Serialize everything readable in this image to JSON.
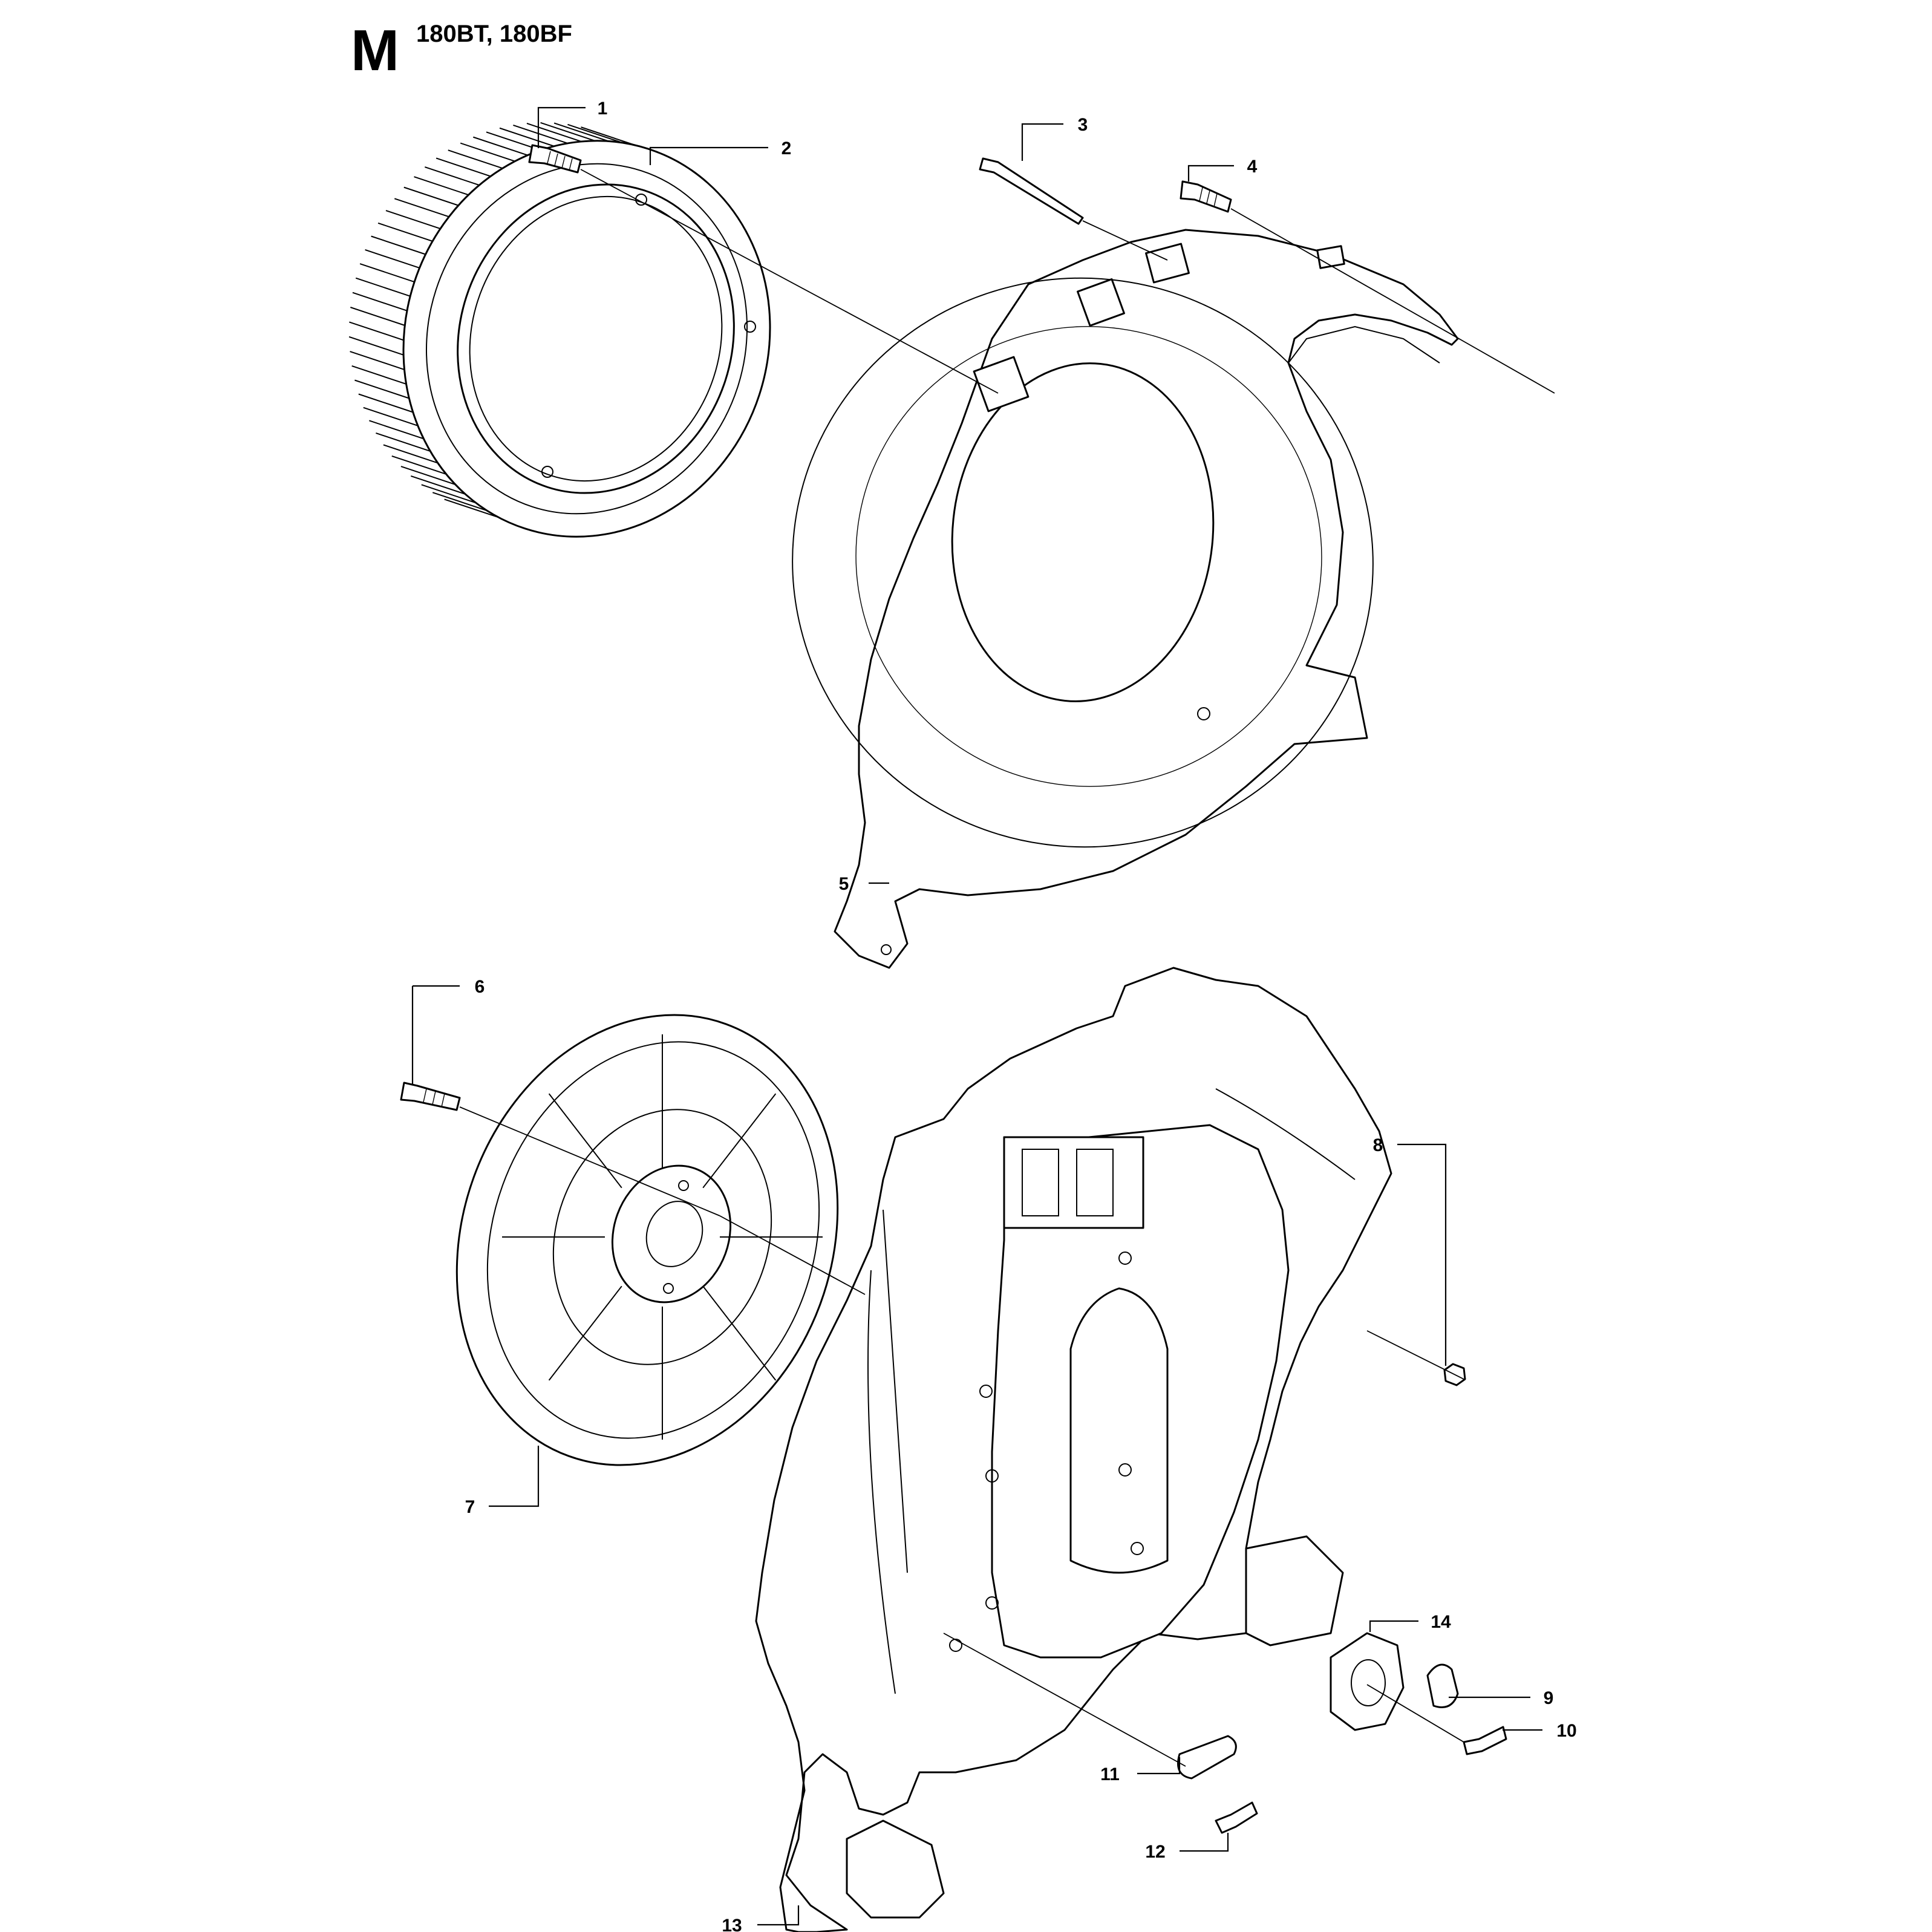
{
  "header": {
    "section": "M",
    "models": "180BT, 180BF"
  },
  "callouts": [
    {
      "id": "1",
      "label": "1"
    },
    {
      "id": "2",
      "label": "2"
    },
    {
      "id": "3",
      "label": "3"
    },
    {
      "id": "4",
      "label": "4"
    },
    {
      "id": "5",
      "label": "5"
    },
    {
      "id": "6",
      "label": "6"
    },
    {
      "id": "7",
      "label": "7"
    },
    {
      "id": "8",
      "label": "8"
    },
    {
      "id": "9",
      "label": "9"
    },
    {
      "id": "10",
      "label": "10"
    },
    {
      "id": "11",
      "label": "11"
    },
    {
      "id": "12",
      "label": "12"
    },
    {
      "id": "13",
      "label": "13"
    },
    {
      "id": "14",
      "label": "14"
    }
  ]
}
